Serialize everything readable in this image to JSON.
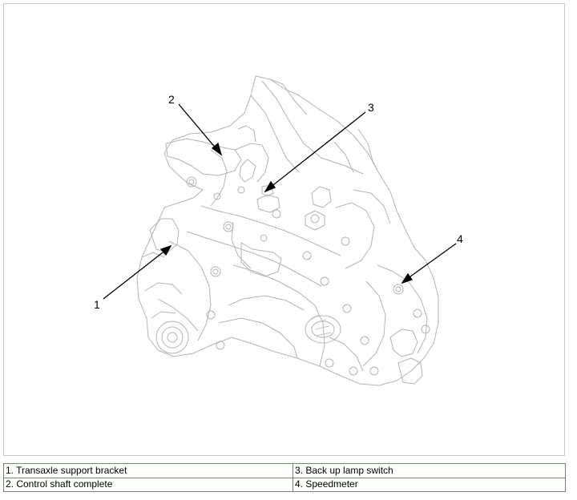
{
  "diagram": {
    "callouts": [
      "1",
      "2",
      "3",
      "4"
    ]
  },
  "legend": {
    "rows": [
      [
        "1. Transaxle support bracket",
        "3. Back up lamp switch"
      ],
      [
        "2. Control shaft complete",
        "4. Speedmeter"
      ]
    ]
  }
}
